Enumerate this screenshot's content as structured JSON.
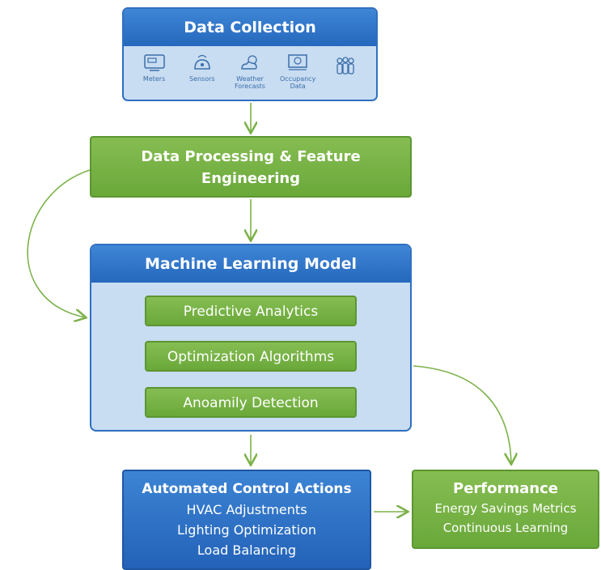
{
  "data_collection": {
    "title": "Data Collection",
    "sources": [
      {
        "label": "Meters",
        "icon": "meter-icon"
      },
      {
        "label": "Sensors",
        "icon": "sensor-icon"
      },
      {
        "label": "Weather\nForecasts",
        "icon": "weather-icon"
      },
      {
        "label": "Occupancy\nData",
        "icon": "occupancy-icon"
      },
      {
        "label": "",
        "icon": "people-icon"
      }
    ]
  },
  "processing": {
    "line1": "Data Processing & Feature",
    "line2": "Engineering"
  },
  "ml_model": {
    "title": "Machine Learning Model",
    "components": [
      "Predictive Analytics",
      "Optimization Algorithms",
      "Anoamily Detection"
    ]
  },
  "control_actions": {
    "title": "Automated Control Actions",
    "items": [
      "HVAC Adjustments",
      "Lighting Optimization",
      "Load Balancing"
    ]
  },
  "performance": {
    "title": "Performance",
    "items": [
      "Energy Savings Metrics",
      "Continuous Learning"
    ]
  },
  "colors": {
    "blue": "#2f6fc0",
    "green": "#6aa83a",
    "light_blue": "#c8dcf2",
    "arrow": "#7cb24a"
  }
}
